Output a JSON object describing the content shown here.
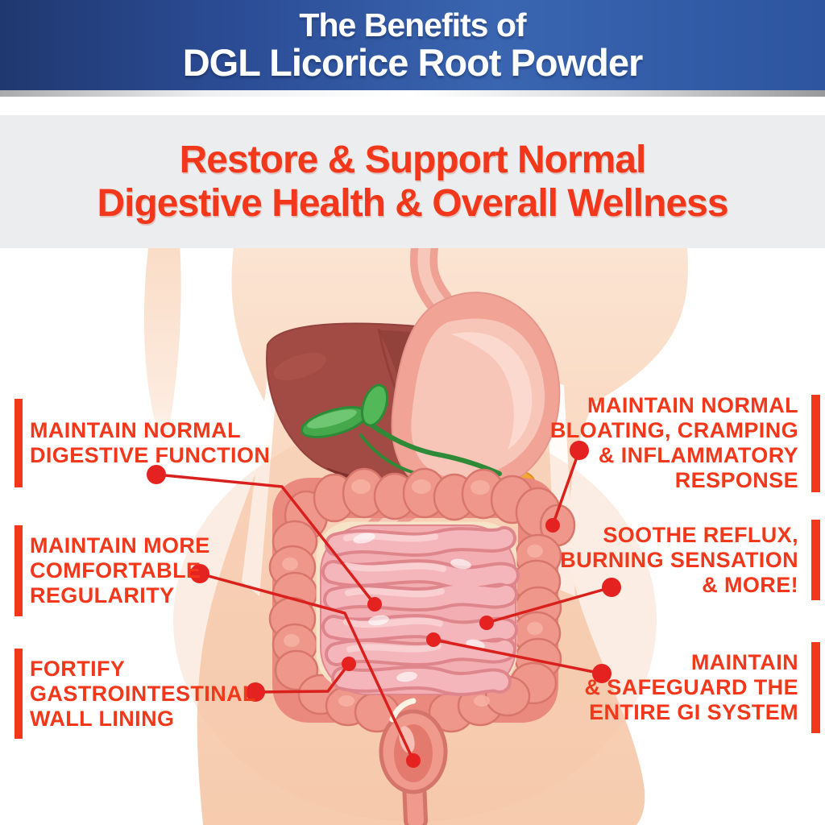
{
  "header": {
    "title_line1": "The Benefits of",
    "title_line2": "DGL Licorice Root Powder"
  },
  "subheader": {
    "line1": "Restore & Support Normal",
    "line2": "Digestive Health & Overall Wellness"
  },
  "callouts_left": [
    {
      "lines": [
        "MAINTAIN NORMAL",
        "DIGESTIVE FUNCTION"
      ]
    },
    {
      "lines": [
        "MAINTAIN MORE",
        "COMFORTABLE",
        "REGULARITY"
      ]
    },
    {
      "lines": [
        "FORTIFY",
        "GASTROINTESTINAL",
        "WALL LINING"
      ]
    }
  ],
  "callouts_right": [
    {
      "lines": [
        "MAINTAIN NORMAL",
        "BLOATING, CRAMPING",
        "& INFLAMMATORY",
        "RESPONSE"
      ]
    },
    {
      "lines": [
        "SOOTHE REFLUX,",
        "BURNING SENSATION",
        "& MORE!"
      ]
    },
    {
      "lines": [
        "MAINTAIN",
        "& SAFEGUARD THE",
        "ENTIRE GI SYSTEM"
      ]
    }
  ],
  "colors": {
    "banner_blue_dark": "#20386f",
    "banner_blue_light": "#3a65b0",
    "silver_divider": "#d9dbdd",
    "subband_gray": "#ebedef",
    "accent_red": "#f2371b",
    "connector_red": "#d9201c",
    "skin": "#f8d5bc",
    "liver": "#a24b44",
    "stomach_pink": "#f1a396",
    "intestine_pink": "#f2aeb2",
    "colon_salmon": "#ee9488",
    "gallbladder_green": "#45a94c",
    "pancreas_orange": "#f5a733"
  }
}
